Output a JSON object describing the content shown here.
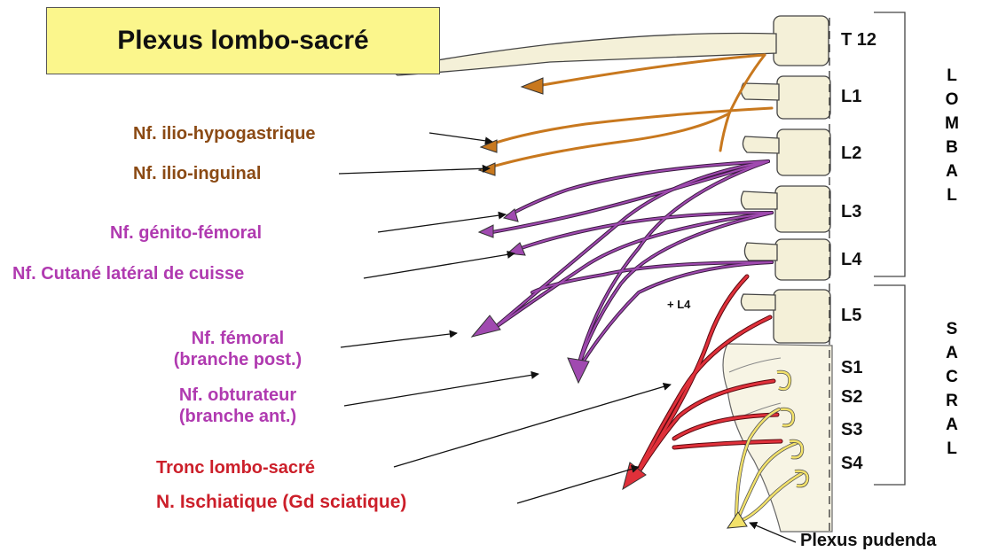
{
  "title": "Plexus lombo-sacré",
  "colors": {
    "orange": "#c8781e",
    "brown_label": "#8b4a14",
    "purple": "#7a2e8a",
    "magenta_label": "#b03ab0",
    "red": "#cc1f2a",
    "yellow": "#f2e16a",
    "title_bg": "#fbf68c"
  },
  "vertebrae": [
    "T 12",
    "L1",
    "L2",
    "L3",
    "L4",
    "L5",
    "S1",
    "S2",
    "S3",
    "S4"
  ],
  "regions": {
    "lombal": [
      "L",
      "O",
      "M",
      "B",
      "A",
      "L"
    ],
    "sacral": [
      "S",
      "A",
      "C",
      "R",
      "A",
      "L"
    ]
  },
  "labels": {
    "ilio_hypogastrique": "Nf. ilio-hypogastrique",
    "ilio_inguinal": "Nf. ilio-inguinal",
    "genito_femoral": "Nf. génito-fémoral",
    "cutane_lateral": "Nf. Cutané latéral de cuisse",
    "femoral_line1": "Nf. fémoral",
    "femoral_line2": "(branche post.)",
    "obturateur_line1": "Nf. obturateur",
    "obturateur_line2": "(branche ant.)",
    "tronc": "Tronc lombo-sacré",
    "ischiatique": "N. Ischiatique (Gd sciatique)",
    "pudenda": "Plexus pudenda",
    "plus_l4": "+ L4"
  }
}
